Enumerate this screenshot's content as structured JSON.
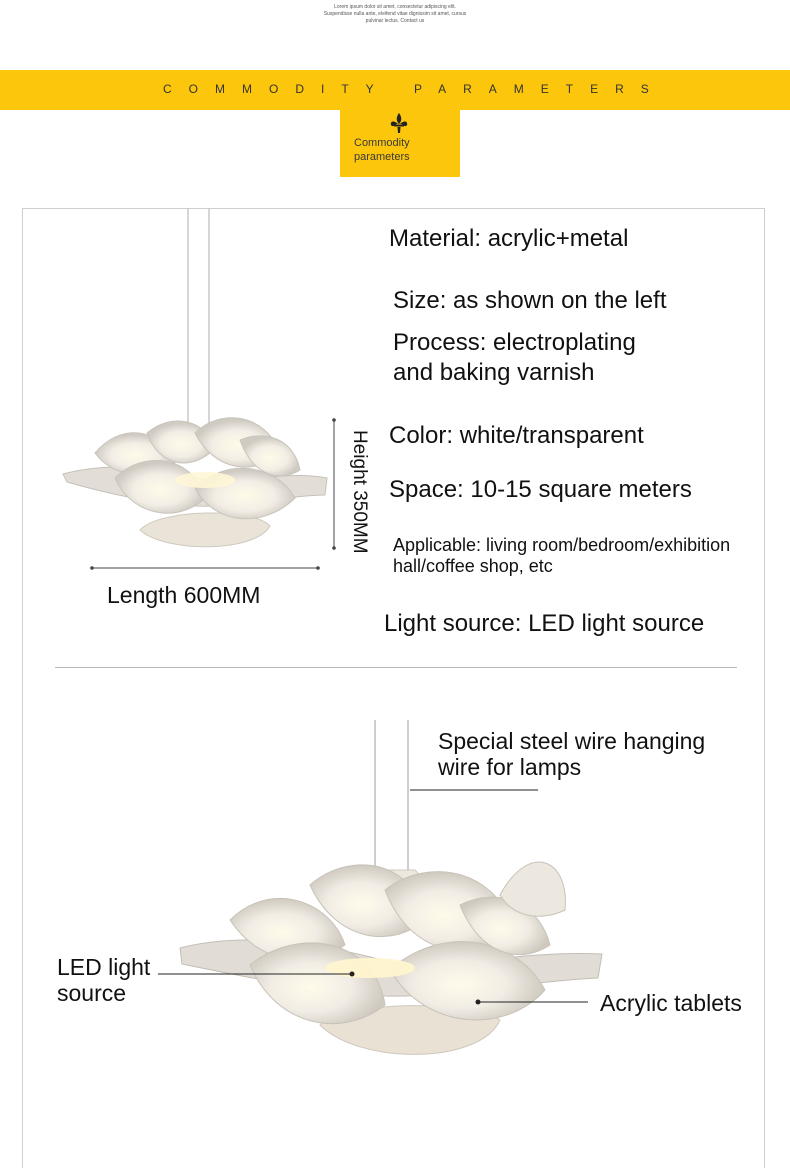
{
  "header": {
    "lorem_lines": [
      "Lorem ipsum dolor sit amet, consectetur adipiscing elit.",
      "Suspendisse nulla ante, eleifend vitae dignissim sit amet, cursus",
      "pulvinar lectus. Contact us"
    ],
    "band_left": "COMMODITY",
    "band_right": "PARAMETERS",
    "tag_line1": "Commodity",
    "tag_line2": "parameters"
  },
  "specs": {
    "material": "Material: acrylic+metal",
    "size": "Size: as shown on the left",
    "process_line1": "Process: electroplating",
    "process_line2": "and baking varnish",
    "color": "Color: white/transparent",
    "space": "Space: 10-15 square meters",
    "applicable_line1": "Applicable: living room/bedroom/exhibition",
    "applicable_line2": "hall/coffee shop, etc",
    "light_source": "Light source: LED light source"
  },
  "dimensions": {
    "length": "Length 600MM",
    "height": "Height 350MM"
  },
  "callouts": {
    "wire_line1": "Special steel wire hanging",
    "wire_line2": "wire for lamps",
    "led_line1": "LED light",
    "led_line2": "source",
    "acrylic": "Acrylic tablets"
  },
  "colors": {
    "accent_yellow": "#fbc60b",
    "text_dark": "#111111",
    "frame_gray": "#cfcfcf"
  }
}
